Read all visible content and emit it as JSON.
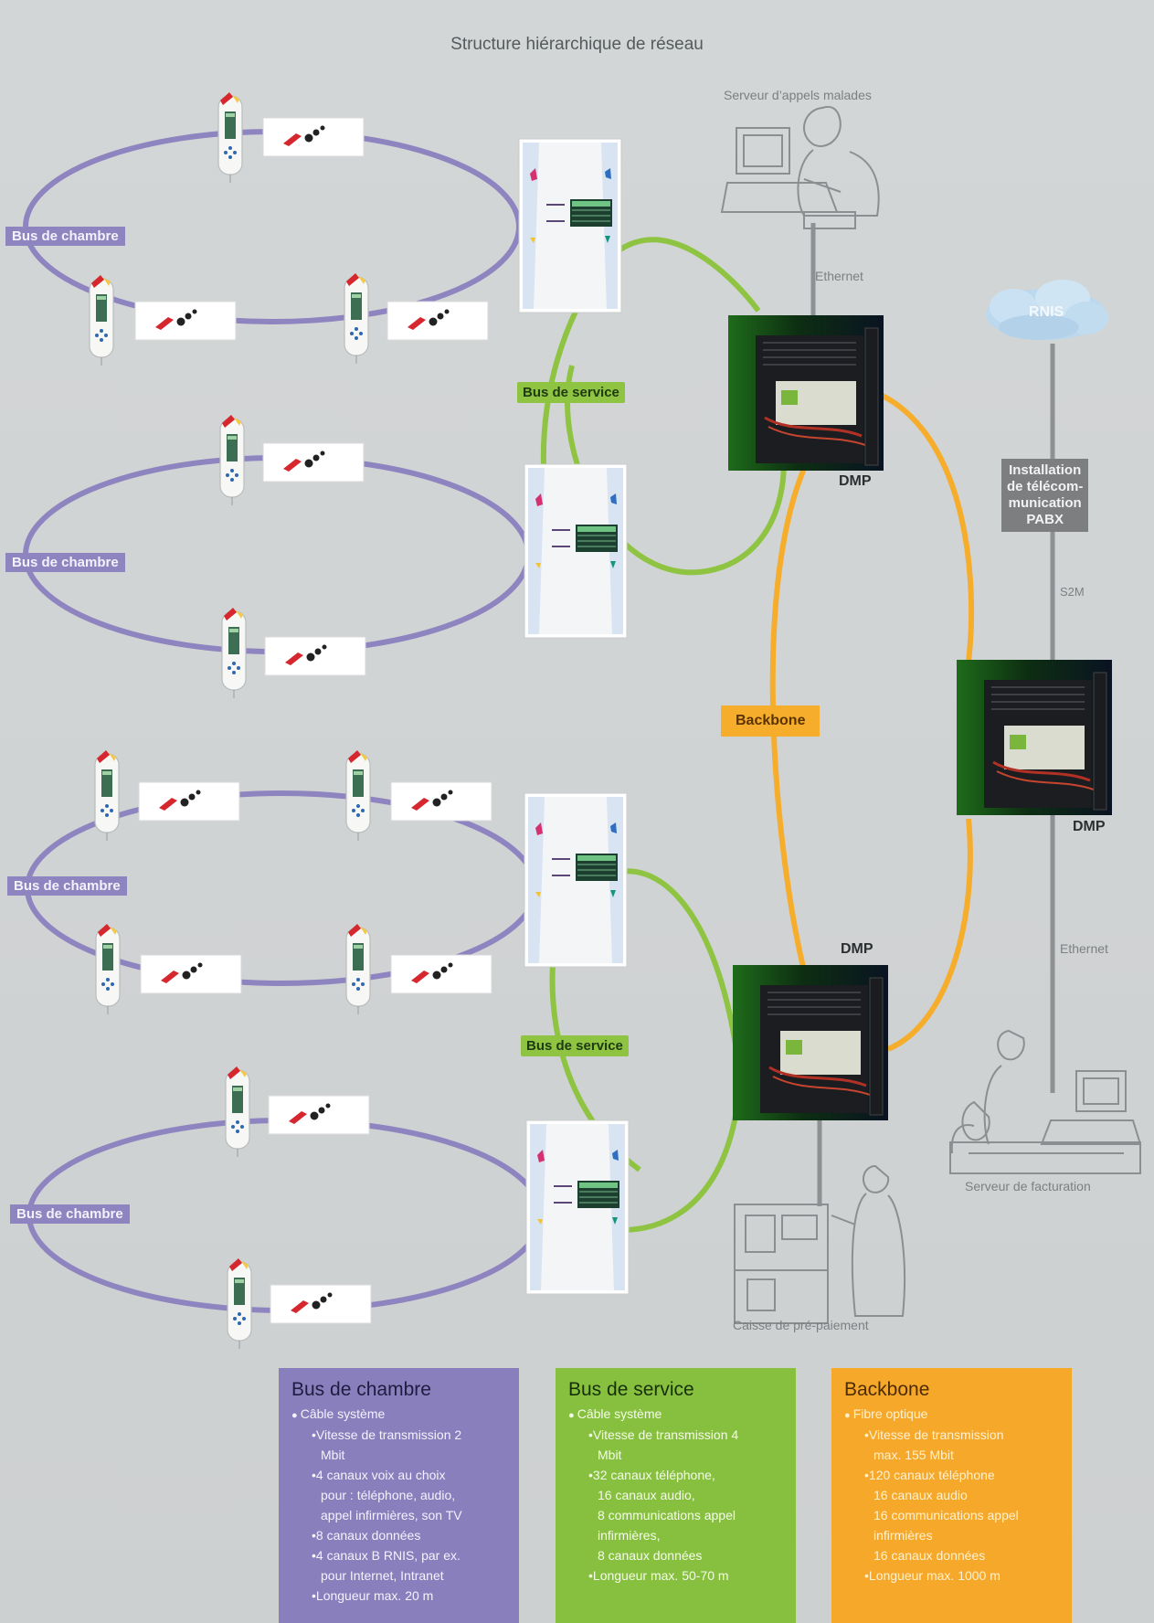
{
  "title": "Structure hiérarchique de réseau",
  "colors": {
    "bus_chambre": "#8e84c0",
    "bus_service": "#8ec442",
    "backbone": "#f6ad2c",
    "ethernet": "#8d9194",
    "pabx": "#7c7e80"
  },
  "labels": {
    "bus_chambre": [
      "Bus de chambre",
      "Bus de chambre",
      "Bus de chambre",
      "Bus de chambre"
    ],
    "bus_service": [
      "Bus de service",
      "Bus de service"
    ],
    "backbone": "Backbone",
    "dmp": [
      "DMP",
      "DMP",
      "DMP"
    ],
    "serveur_appels": "Serveur d’appels malades",
    "ethernet": [
      "Ethernet",
      "Ethernet"
    ],
    "rnis": "RNIS",
    "pabx": "Installation\nde télécom-\nmunication\nPABX",
    "s2m": "S2M",
    "serveur_facturation": "Serveur de facturation",
    "caisse": "Caisse de pré-paiement"
  },
  "legend": {
    "chambre": {
      "title": "Bus de chambre",
      "main": "Câble système",
      "items": [
        {
          "text": "Vitesse de transmission 2",
          "bullet": true
        },
        {
          "text": "Mbit",
          "bullet": false
        },
        {
          "text": "4 canaux voix au choix",
          "bullet": true
        },
        {
          "text": "pour : téléphone, audio,",
          "bullet": false
        },
        {
          "text": "appel infirmières, son TV",
          "bullet": false
        },
        {
          "text": "8 canaux données",
          "bullet": true
        },
        {
          "text": "4 canaux B RNIS, par ex.",
          "bullet": true
        },
        {
          "text": "pour Internet, Intranet",
          "bullet": false
        },
        {
          "text": "Longueur max. 20 m",
          "bullet": true
        }
      ]
    },
    "service": {
      "title": "Bus de service",
      "main": "Câble système",
      "items": [
        {
          "text": "Vitesse de transmission 4",
          "bullet": true
        },
        {
          "text": "Mbit",
          "bullet": false
        },
        {
          "text": "32 canaux téléphone,",
          "bullet": true
        },
        {
          "text": "16 canaux audio,",
          "bullet": false
        },
        {
          "text": "8 communications appel",
          "bullet": false
        },
        {
          "text": "infirmières,",
          "bullet": false
        },
        {
          "text": "8 canaux données",
          "bullet": false
        },
        {
          "text": "Longueur max. 50-70 m",
          "bullet": true
        }
      ]
    },
    "backbone": {
      "title": "Backbone",
      "main": "Fibre optique",
      "items": [
        {
          "text": "Vitesse de transmission",
          "bullet": true
        },
        {
          "text": "max. 155 Mbit",
          "bullet": false
        },
        {
          "text": "120 canaux téléphone",
          "bullet": true
        },
        {
          "text": "16 canaux audio",
          "bullet": false
        },
        {
          "text": "16 communications appel",
          "bullet": false
        },
        {
          "text": "infirmières",
          "bullet": false
        },
        {
          "text": "16 canaux données",
          "bullet": false
        },
        {
          "text": "Longueur max. 1000 m",
          "bullet": true
        }
      ]
    }
  }
}
